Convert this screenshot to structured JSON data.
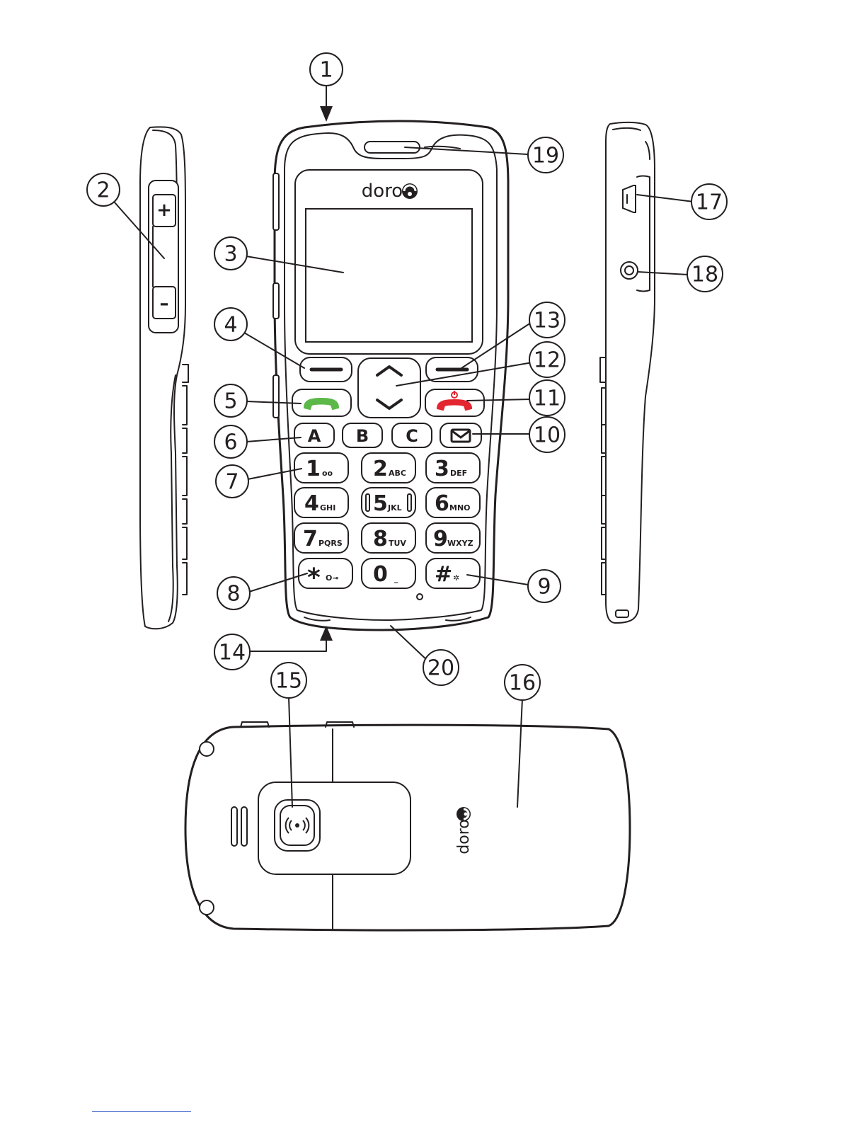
{
  "callouts": [
    "1",
    "2",
    "3",
    "4",
    "5",
    "6",
    "7",
    "8",
    "9",
    "10",
    "11",
    "12",
    "13",
    "14",
    "15",
    "16",
    "17",
    "18",
    "19",
    "20"
  ],
  "brand": {
    "name": "doro"
  },
  "side_buttons": {
    "volume_up": "+",
    "volume_down": "–"
  },
  "keys": {
    "letters": [
      "A",
      "B",
      "C"
    ],
    "digits": [
      {
        "main": "1",
        "sub": "oo"
      },
      {
        "main": "2",
        "sub": "ABC"
      },
      {
        "main": "3",
        "sub": "DEF"
      },
      {
        "main": "4",
        "sub": "GHI"
      },
      {
        "main": "5",
        "sub": "JKL"
      },
      {
        "main": "6",
        "sub": "MNO"
      },
      {
        "main": "7",
        "sub": "PQRS"
      },
      {
        "main": "8",
        "sub": "TUV"
      },
      {
        "main": "9",
        "sub": "WXYZ"
      },
      {
        "main": "*",
        "sub": "O⊸"
      },
      {
        "main": "0",
        "sub": "_"
      },
      {
        "main": "#",
        "sub": "✲"
      }
    ]
  },
  "colors": {
    "line": "#231f20",
    "call_green": "#5cb848",
    "end_red": "#e3262f"
  },
  "icons": [
    "call-icon",
    "end-call-icon",
    "message-icon",
    "arrow-up-icon",
    "arrow-down-icon",
    "doro-logo-icon",
    "camera-icon"
  ]
}
